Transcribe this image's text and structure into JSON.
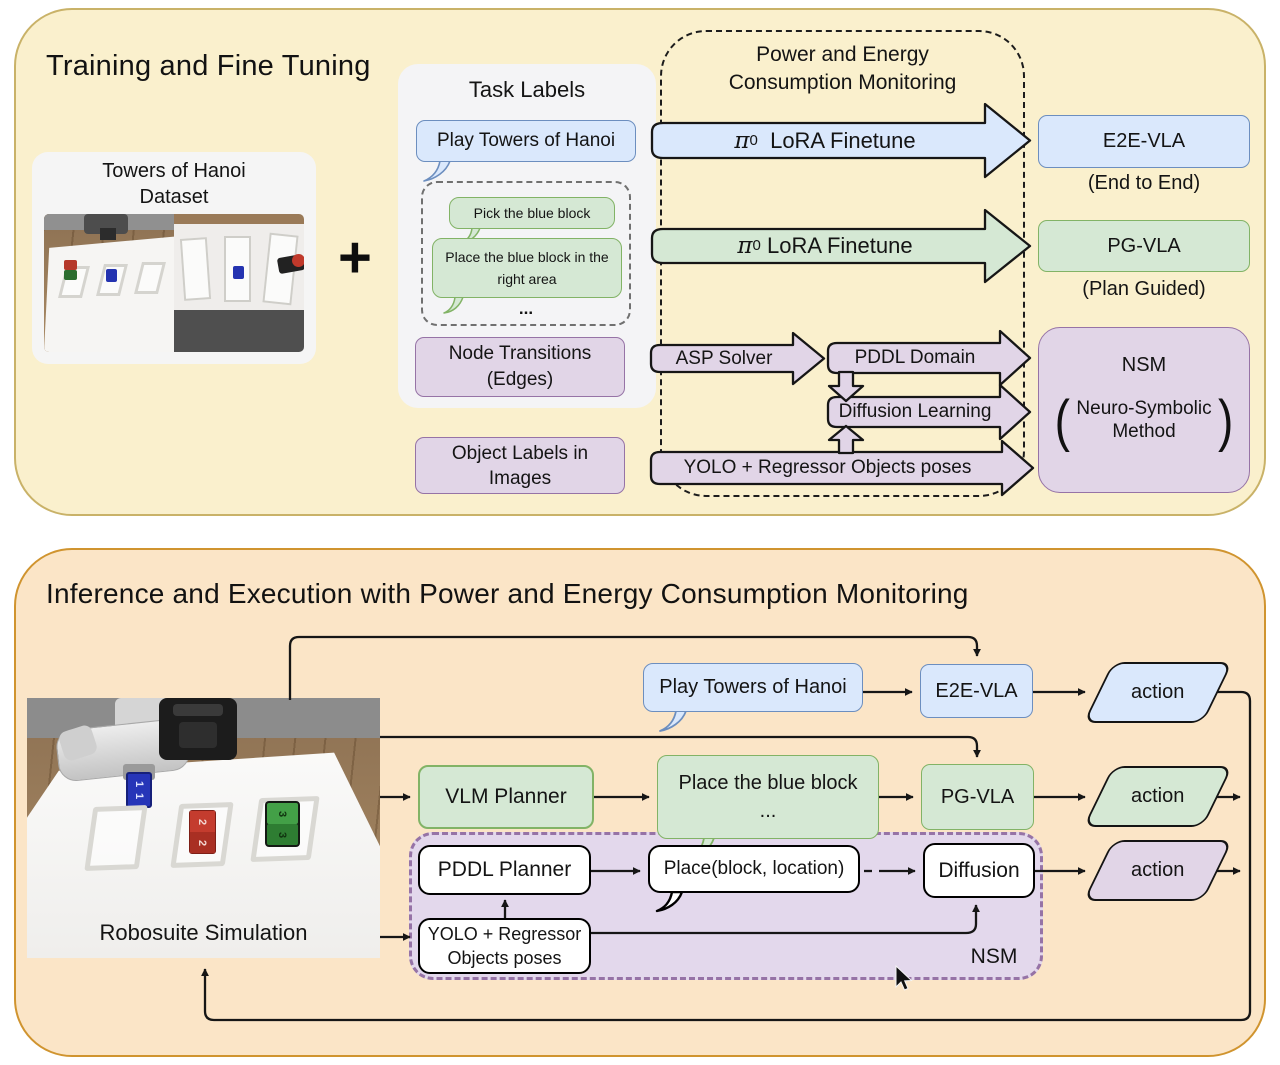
{
  "colors": {
    "blue_fill": "#dae8fc",
    "blue_stroke": "#6c8ebf",
    "green_fill": "#d5e8d4",
    "green_stroke": "#82b366",
    "purple_fill": "#e1d5e7",
    "purple_stroke": "#9673a6",
    "yellow_panel": "#faf0cd",
    "yellow_border": "#c9b268",
    "orange_panel": "#fbe5c7",
    "orange_border": "#d0942f"
  },
  "training": {
    "title": "Training and Fine Tuning",
    "dataset_card": {
      "title_line1": "Towers of Hanoi",
      "title_line2": "Dataset"
    },
    "plus": "+",
    "task_labels": {
      "title": "Task Labels",
      "play_bubble": "Play Towers of Hanoi",
      "pick_bubble": "Pick the blue block",
      "place_bubble_line1": "Place the blue block in the",
      "place_bubble_line2": "right area",
      "ellipsis": "...",
      "node_transitions_line1": "Node Transitions",
      "node_transitions_line2": "(Edges)"
    },
    "object_labels_line1": "Object Labels in",
    "object_labels_line2": "Images",
    "monitor": {
      "title_line1": "Power and Energy",
      "title_line2": "Consumption Monitoring"
    },
    "arrows": {
      "pi": "π",
      "pi_sub": "0",
      "lora_blue": "LoRA Finetune",
      "lora_green": "LoRA Finetune",
      "asp": "ASP Solver",
      "pddl": "PDDL Domain",
      "diffusion": "Diffusion Learning",
      "yolo": "YOLO + Regressor Objects poses"
    },
    "outputs": {
      "e2e": "E2E-VLA",
      "e2e_sub": "(End to End)",
      "pg": "PG-VLA",
      "pg_sub": "(Plan Guided)",
      "nsm": "NSM",
      "nsm_paren_open": "(",
      "nsm_line1": "Neuro-Symbolic",
      "nsm_line2": "Method",
      "nsm_paren_close": ")"
    }
  },
  "inference": {
    "title": "Inference and Execution with Power and Energy Consumption Monitoring",
    "sim_caption": "Robosuite Simulation",
    "sim_blocks": {
      "blue": "1",
      "red": "2",
      "green": "3"
    },
    "action_label": "action",
    "rows": {
      "play_bubble": "Play Towers of Hanoi",
      "e2e": "E2E-VLA",
      "vlm": "VLM Planner",
      "place_bubble_line1": "Place the blue block",
      "place_bubble_line2": "...",
      "pg": "PG-VLA",
      "pddl": "PDDL Planner",
      "plan_bubble": "Place(block, location)",
      "diffusion": "Diffusion",
      "yolo_line1": "YOLO + Regressor",
      "yolo_line2": "Objects poses",
      "nsm_label": "NSM"
    }
  }
}
